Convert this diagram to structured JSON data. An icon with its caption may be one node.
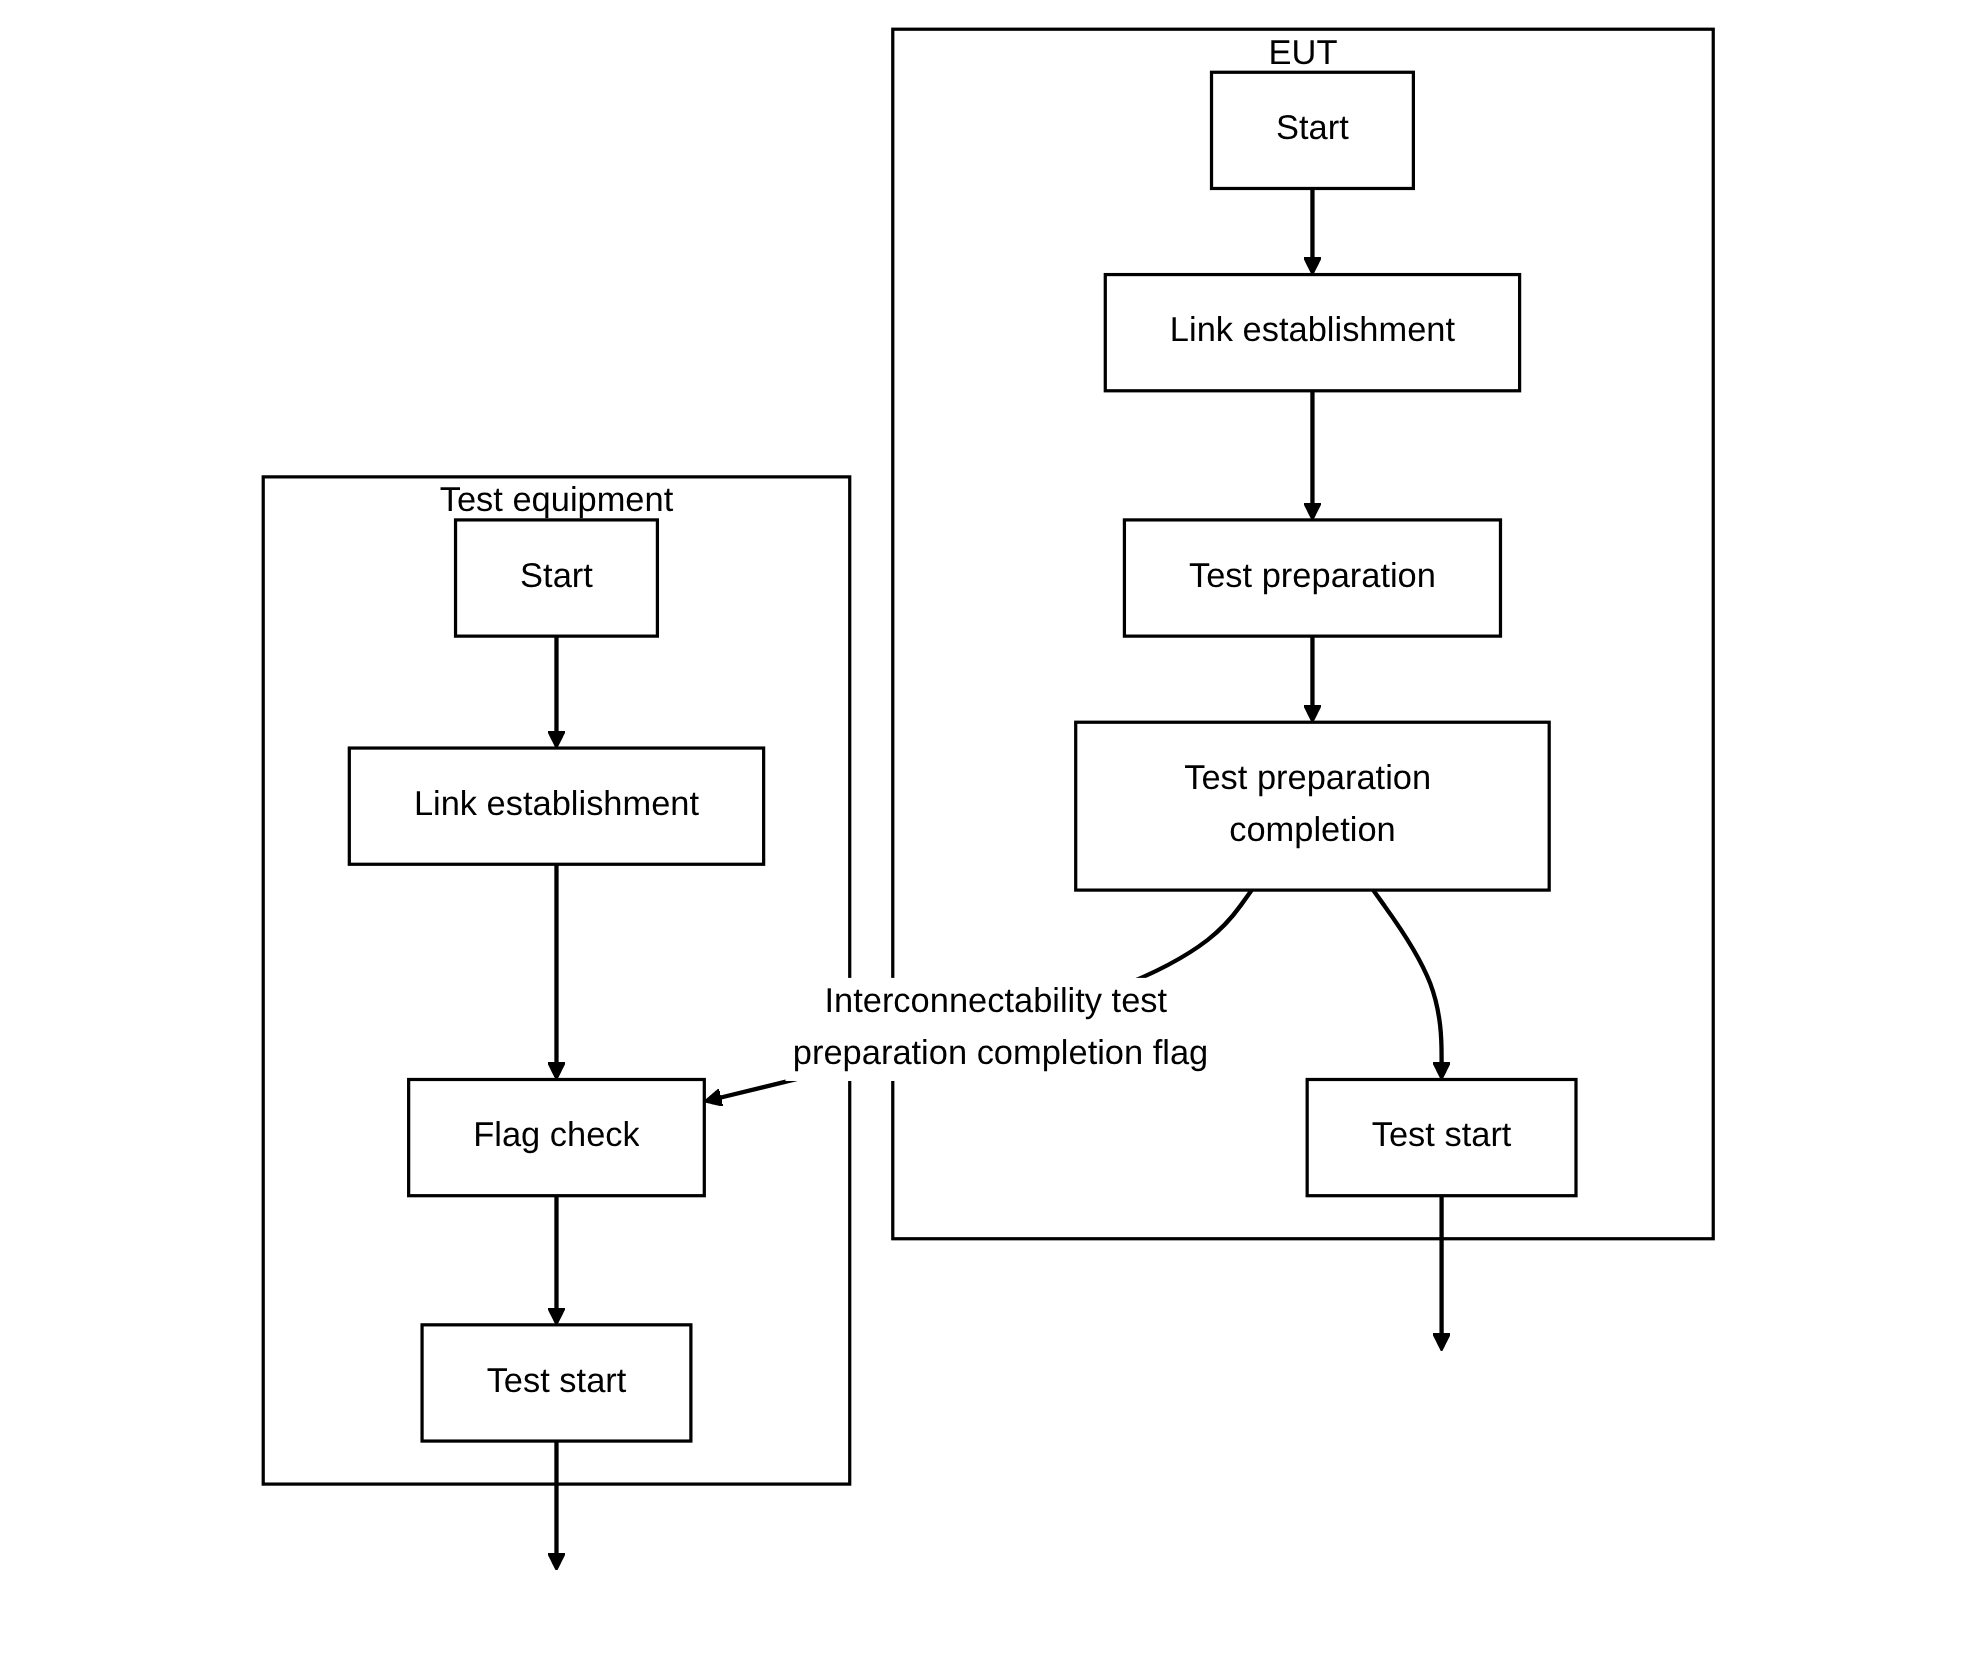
{
  "diagram": {
    "nodes": [
      {
        "text": [
          "EUT"
        ]
      },
      {
        "text": [
          "Start"
        ],
        "in": 0
      },
      {
        "text": [
          "Link establishment"
        ],
        "in": 0
      },
      {
        "text": [
          "Test preparation"
        ],
        "in": 0
      },
      {
        "text": [
          "Test preparation completion"
        ],
        "in": 0
      },
      {
        "text": [
          "Test start"
        ],
        "in": 0
      },
      {
        "text": [
          "Test equipment"
        ]
      },
      {
        "text": [
          "Start"
        ],
        "in": 6
      },
      {
        "text": [
          "Link establishment"
        ],
        "in": 6
      },
      {
        "text": [
          "Flag check"
        ],
        "in": 6
      },
      {
        "text": [
          "Test start"
        ],
        "in": 6
      }
    ],
    "edges": [
      {
        "from": 1,
        "to": 2,
        "arrow": "to"
      },
      {
        "from": 2,
        "to": 3,
        "arrow": "to"
      },
      {
        "from": 3,
        "to": 4,
        "arrow": "to"
      },
      {
        "from": 4,
        "to": 5,
        "arrow": "to"
      },
      {
        "from": 5,
        "to": null,
        "arrow": "to"
      },
      {
        "from": 7,
        "to": 8,
        "arrow": "to"
      },
      {
        "from": 8,
        "to": 9,
        "arrow": "to"
      },
      {
        "from": 9,
        "to": 10,
        "arrow": "to"
      },
      {
        "from": 10,
        "to": null,
        "arrow": "to"
      },
      {
        "from": 4,
        "to": 9,
        "arrow": "to",
        "label": "Interconnectability test preparation completion flag"
      }
    ]
  }
}
